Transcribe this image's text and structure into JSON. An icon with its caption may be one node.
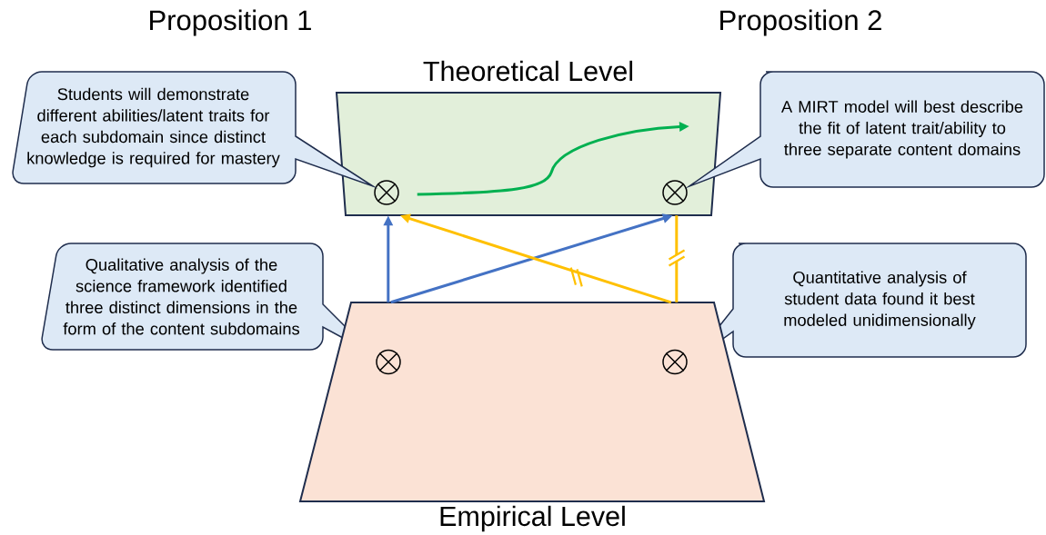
{
  "diagram": {
    "nodes": [
      {
        "text": [
          "Theoretical Level"
        ]
      },
      {
        "text": [],
        "shape": "circle",
        "in": 0
      },
      {
        "text": [],
        "shape": "circle",
        "in": 0
      },
      {
        "text": [
          "Students will demonstrate different abilities/latent traits for each subdomain since distinct knowledge is required for mastery"
        ]
      },
      {
        "text": [
          "A MIRT model will best describe the fit of latent trait/ability to three separate content domains"
        ]
      },
      {
        "text": [
          "Qualitative analysis of the science framework identified three distinct dimensions in the form of the content subdomains"
        ]
      },
      {
        "text": [
          "Quantitative analysis of student data found it best modeled unidimensionally"
        ]
      },
      {
        "text": [
          "Empirical Level"
        ]
      },
      {
        "text": [],
        "shape": "circle",
        "in": 7
      },
      {
        "text": [],
        "shape": "circle",
        "in": 7
      }
    ],
    "edges": [
      {
        "from": 1,
        "to": null,
        "arrow": "to",
        "color": "#00b050"
      },
      {
        "from": 7,
        "to": 0,
        "arrow": "to",
        "color": "#4472c4"
      },
      {
        "from": 7,
        "to": 0,
        "arrow": "to",
        "color": "#4472c4"
      },
      {
        "from": 7,
        "to": 0,
        "arrow": "to",
        "color": "#ffc000"
      },
      {
        "from": 7,
        "to": 0,
        "arrow": "none",
        "color": "#ffc000"
      }
    ],
    "labels": [
      "Proposition 1",
      "Proposition 2"
    ]
  }
}
